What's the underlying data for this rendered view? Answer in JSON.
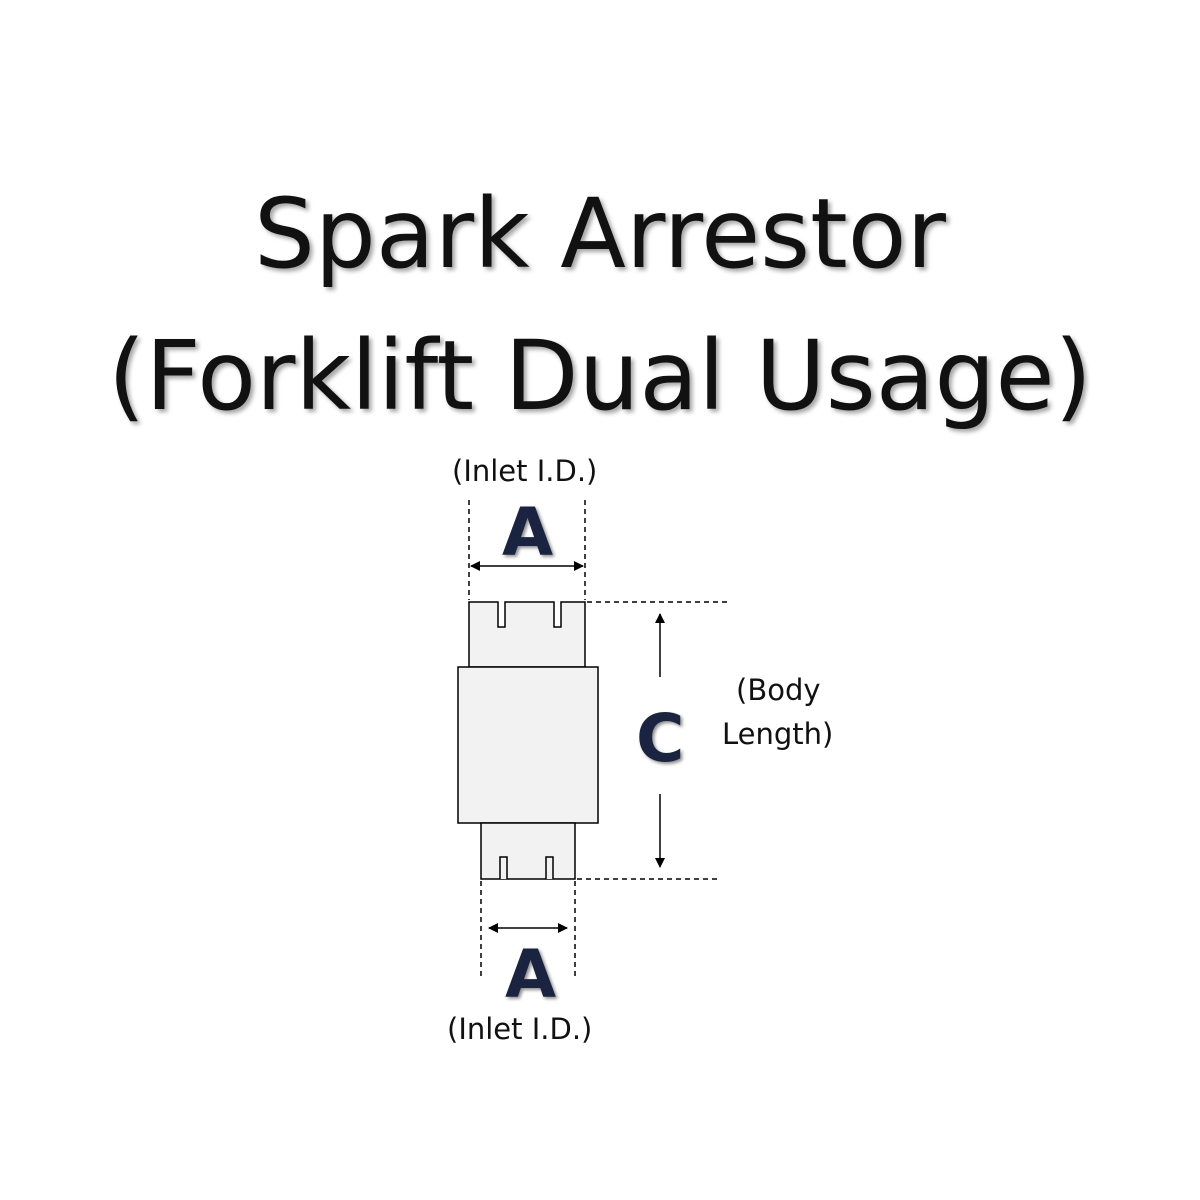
{
  "title": {
    "line1": "Spark Arrestor",
    "line2": "(Forklift Dual Usage)"
  },
  "dimensions": {
    "top_inlet": {
      "letter": "A",
      "caption": "(Inlet I.D.)"
    },
    "bottom_inlet": {
      "letter": "A",
      "caption": "(Inlet I.D.)"
    },
    "body_length": {
      "letter": "C",
      "caption_line1": "(Body",
      "caption_line2": "Length)"
    }
  },
  "colors": {
    "body_fill": "#f2f2f2",
    "outline": "#000000",
    "letter": "#1a2340"
  }
}
